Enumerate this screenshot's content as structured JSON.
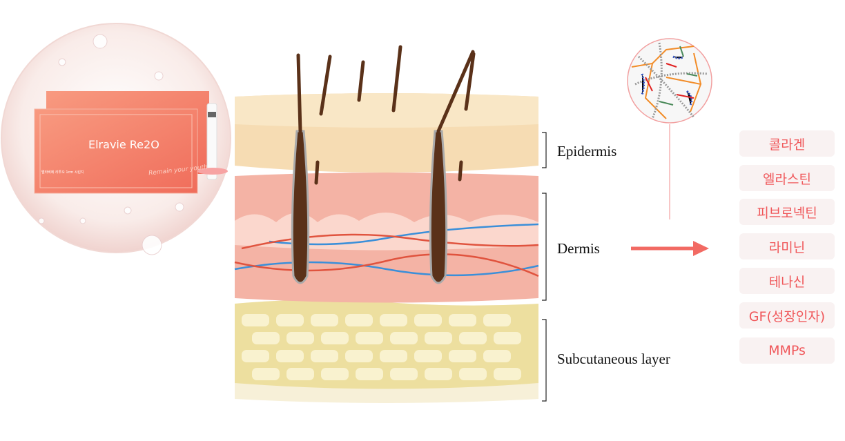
{
  "product": {
    "brand": "Elravie Re2O",
    "tagline": "Remain your youth",
    "box_text": "엘라비에 리투오 1cm 시린지"
  },
  "layers": [
    {
      "label": "Epidermis"
    },
    {
      "label": "Dermis"
    },
    {
      "label": "Subcutaneous layer"
    }
  ],
  "components": [
    "콜라겐",
    "엘라스틴",
    "피브로넥틴",
    "라미닌",
    "테나신",
    "GF(성장인자)",
    "MMPs"
  ],
  "colors": {
    "accent": "#f0575a",
    "pill_bg": "#f9f2f2",
    "arrow": "#f26a63"
  }
}
